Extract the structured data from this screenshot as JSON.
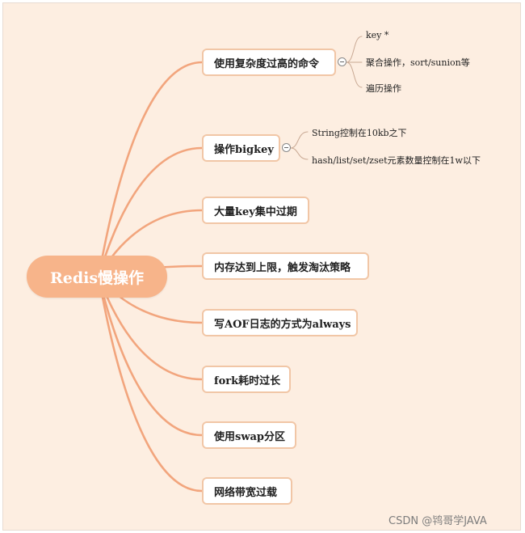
{
  "mindmap": {
    "root": "Redis慢操作",
    "branches": [
      {
        "label": "使用复杂度过高的命令",
        "leaves": [
          "key *",
          "聚合操作，sort/sunion等",
          "遍历操作"
        ]
      },
      {
        "label": "操作bigkey",
        "leaves": [
          "String控制在10kb之下",
          "hash/list/set/zset元素数量控制在1w以下"
        ]
      },
      {
        "label": "大量key集中过期",
        "leaves": []
      },
      {
        "label": "内存达到上限，触发淘汰策略",
        "leaves": []
      },
      {
        "label": "写AOF日志的方式为always",
        "leaves": []
      },
      {
        "label": "fork耗时过长",
        "leaves": []
      },
      {
        "label": "使用swap分区",
        "leaves": []
      },
      {
        "label": "网络带宽过载",
        "leaves": []
      }
    ]
  },
  "colors": {
    "canvas": "#fdeee1",
    "root_fill": "#f7b48a",
    "connector": "#f2a57d",
    "branch_border": "#f1c6a6",
    "leaf_connector": "#c9a994"
  },
  "watermark": "CSDN @鸨哥学JAVA"
}
